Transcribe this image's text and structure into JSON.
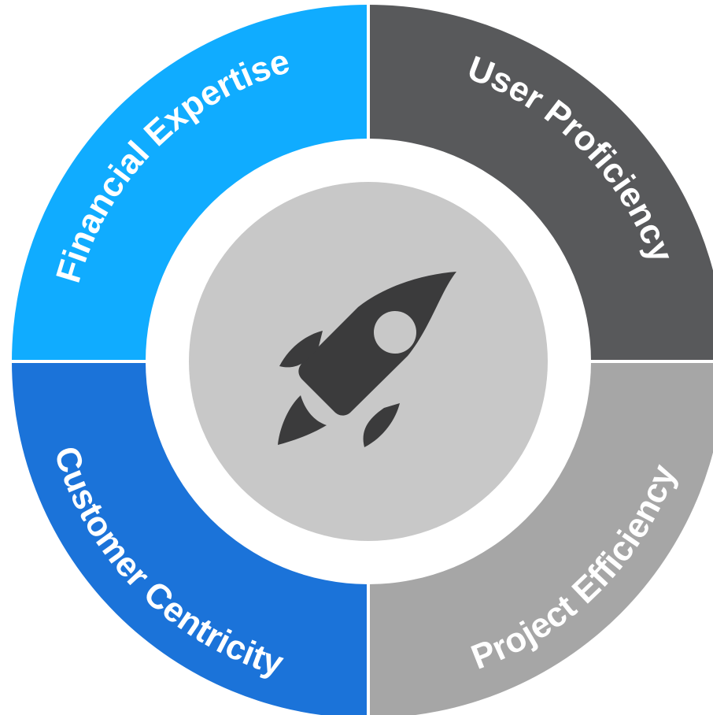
{
  "diagram": {
    "center_icon": "rocket-icon",
    "segments": [
      {
        "id": "financial-expertise",
        "label": "Financial Expertise",
        "color": "#10ACFF"
      },
      {
        "id": "user-proficiency",
        "label": "User Proficiency",
        "color": "#58595B"
      },
      {
        "id": "project-efficiency",
        "label": "Project Efficiency",
        "color": "#A6A6A6"
      },
      {
        "id": "customer-centricity",
        "label": "Customer Centricity",
        "color": "#1B73D9"
      }
    ],
    "colors": {
      "hub": "#C8C8C8",
      "ring_gap": "#FFFFFF",
      "rocket": "#3B3B3C"
    }
  }
}
